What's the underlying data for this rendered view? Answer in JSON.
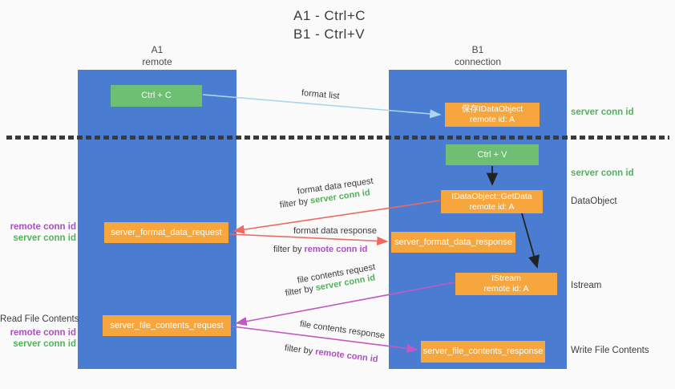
{
  "title": {
    "line1": "A1 - Ctrl+C",
    "line2": "B1 - Ctrl+V"
  },
  "lanes": {
    "left": {
      "name": "A1",
      "role": "remote"
    },
    "right": {
      "name": "B1",
      "role": "connection"
    }
  },
  "nodes": {
    "ctrl_c": {
      "label": "Ctrl + C"
    },
    "save_idataobject": {
      "line1": "保存IDataObject",
      "line2": "remote id: A"
    },
    "ctrl_v": {
      "label": "Ctrl + V"
    },
    "getdata": {
      "line1": "IDataObject::GetData",
      "line2": "remote id: A"
    },
    "format_request": {
      "label": "server_format_data_request"
    },
    "format_response": {
      "label": "server_format_data_response"
    },
    "istream": {
      "line1": "IStream",
      "line2": "remote id: A"
    },
    "file_request": {
      "label": "server_file_contents_request"
    },
    "file_response": {
      "label": "server_file_contents_response"
    }
  },
  "flow_labels": {
    "format_list": "format list",
    "format_data_request": "format data request",
    "format_data_response": "format data response",
    "file_contents_request": "file contents request",
    "file_contents_response": "file contents response",
    "filter_by": "filter by",
    "server_conn_id": "server conn id",
    "remote_conn_id": "remote conn id"
  },
  "side_labels": {
    "left": {
      "format_remote": "remote conn id",
      "format_server": "server conn id",
      "read_file": "Read File Contents",
      "file_remote": "remote conn id",
      "file_server": "server conn id"
    },
    "right": {
      "server_conn_top": "server conn id",
      "server_conn_mid": "server conn id",
      "dataobject": "DataObject",
      "istream": "Istream",
      "write_file": "Write File Contents"
    }
  },
  "colors": {
    "lane_blue": "#4a7dd2",
    "green_box": "#6ebf73",
    "orange_box": "#f7a63e",
    "green_text": "#52b25c",
    "purple_text": "#ab4fc3",
    "red_arrow": "#ec6a5e",
    "magenta_arrow": "#c159c5",
    "blue_arrow": "#aad5ec",
    "black_arrow": "#222222",
    "background": "#fafafa"
  }
}
